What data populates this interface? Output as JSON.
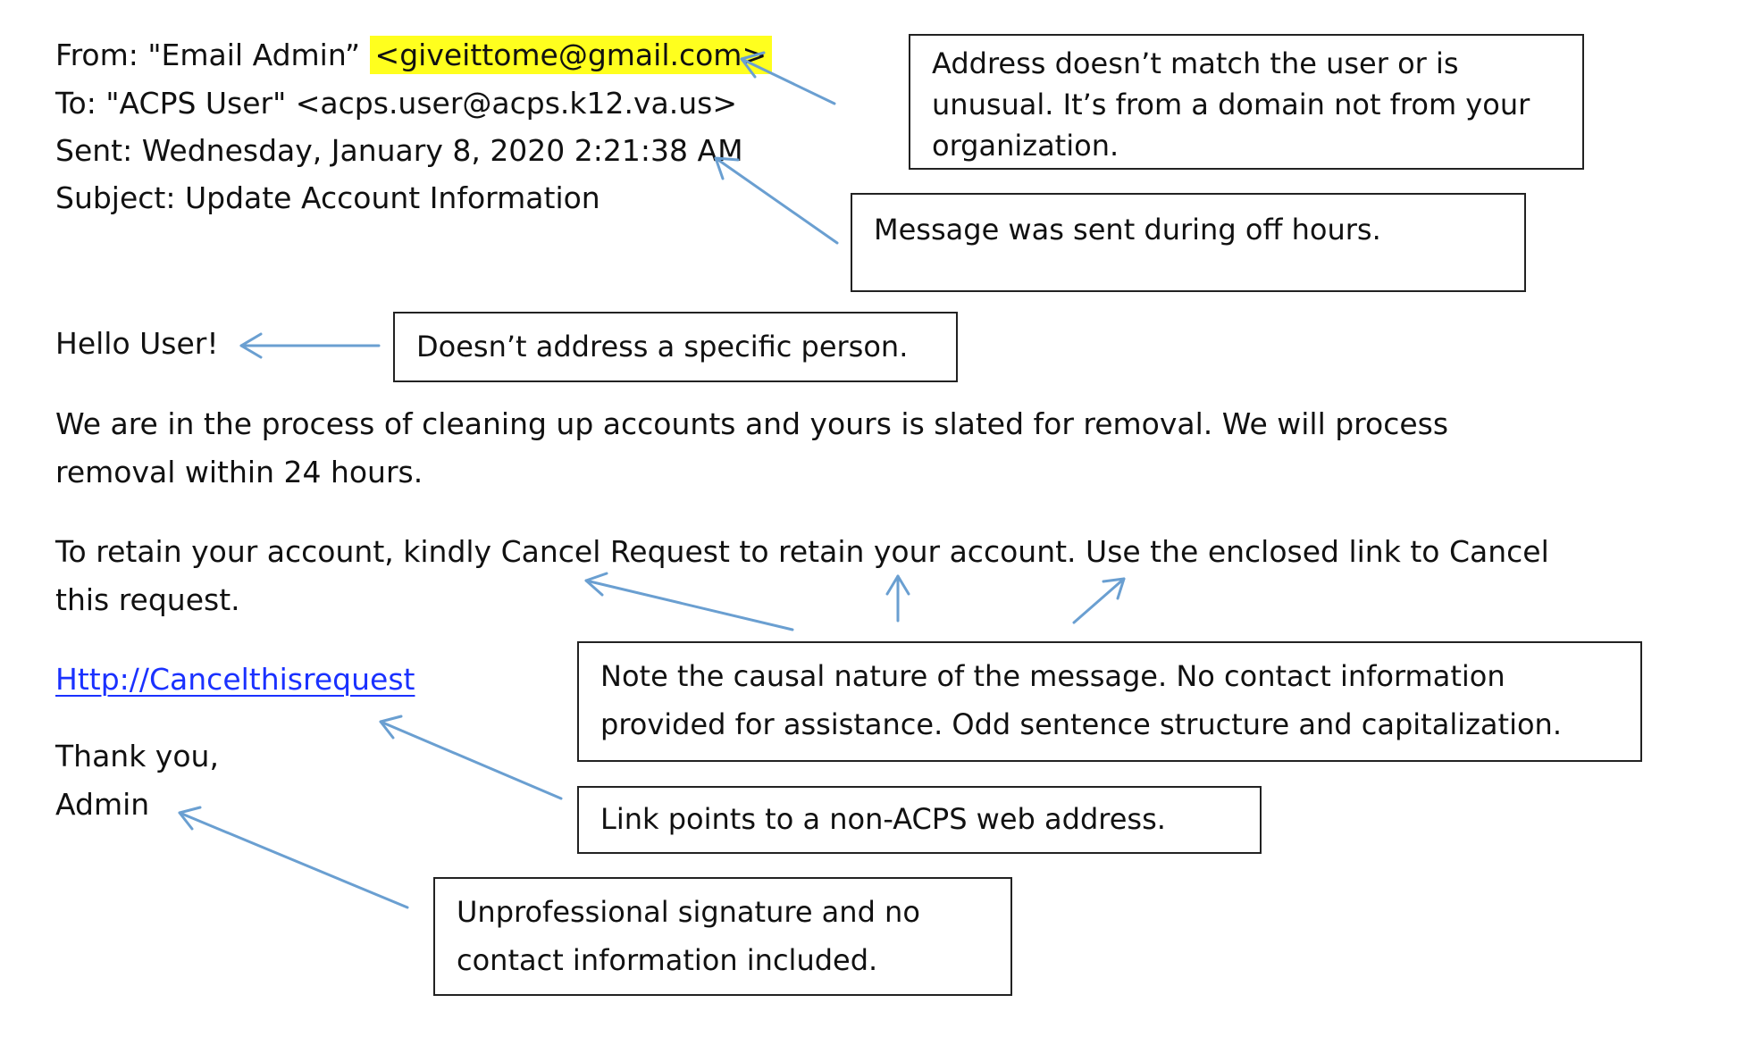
{
  "email": {
    "from_prefix": "From: \"Email Admin” ",
    "from_address": "<giveittome@gmail.com>",
    "to": "To: \"ACPS User\" <acps.user@acps.k12.va.us>",
    "sent": "Sent: Wednesday, January 8, 2020 2:21:38 AM",
    "subject": "Subject: Update Account Information",
    "greeting": "Hello User!",
    "body_paragraph_1": "We are in the process of cleaning up accounts and yours is slated for removal.  We will process removal within 24 hours.",
    "body_paragraph_2": "To retain your account, kindly Cancel Request to retain your account. Use the enclosed link to Cancel this request.",
    "link_text": "Http://Cancelthisrequest",
    "closing": "Thank you,",
    "signature": "Admin"
  },
  "callouts": {
    "address": "Address doesn’t match the user or is unusual. It’s from a domain not from your organization.",
    "off_hours": "Message was sent during off hours.",
    "greeting": "Doesn’t address a specific person.",
    "causal": "Note the causal nature of the message. No contact information provided for assistance. Odd sentence structure and capitalization.",
    "link": "Link points to a non-ACPS web address.",
    "signature": "Unprofessional signature and no contact information included."
  },
  "colors": {
    "highlight": "#ffff1e",
    "link": "#1a31ff",
    "arrow": "#6a9fd1"
  }
}
